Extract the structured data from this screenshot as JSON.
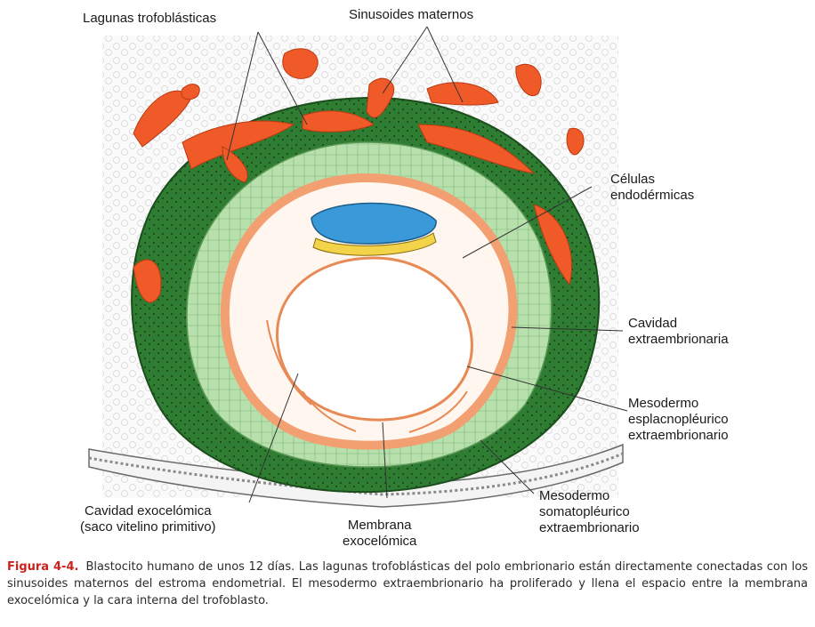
{
  "labels": {
    "lagunas": "Lagunas trofoblásticas",
    "sinusoides": "Sinusoides maternos",
    "celulas": [
      "Células",
      "endodérmicas"
    ],
    "cavidad_extra": [
      "Cavidad",
      "extraembrionaria"
    ],
    "meso_espl": [
      "Mesodermo",
      "esplacnopléurico",
      "extraembrionario"
    ],
    "meso_soma": [
      "Mesodermo",
      "somatopléurico",
      "extraembrionario"
    ],
    "cavidad_exo": [
      "Cavidad exocelómica",
      "(saco vitelino primitivo)"
    ],
    "membrana": [
      "Membrana",
      "exocelómica"
    ]
  },
  "caption": {
    "figure_number": "Figura 4-4.",
    "text": "Blastocito humano de unos 12 días. Las lagunas trofoblásticas del polo embrionario están directamente conectadas con los sinusoides maternos del estroma endometrial. El mesodermo extraembrionario ha proliferado y llena el espacio entre la membrana exocelómica y la cara interna del trofoblasto."
  },
  "colors": {
    "trophoblast": "#2e7d32",
    "mesoderm": "#a9d8a0",
    "lacunae": "#f05a28",
    "exocoelomic_membrane": "#f2a071",
    "epiblast": "#3a9ad9",
    "hypoblast": "#f3d34a",
    "endometrium_bg": "#ececec"
  }
}
